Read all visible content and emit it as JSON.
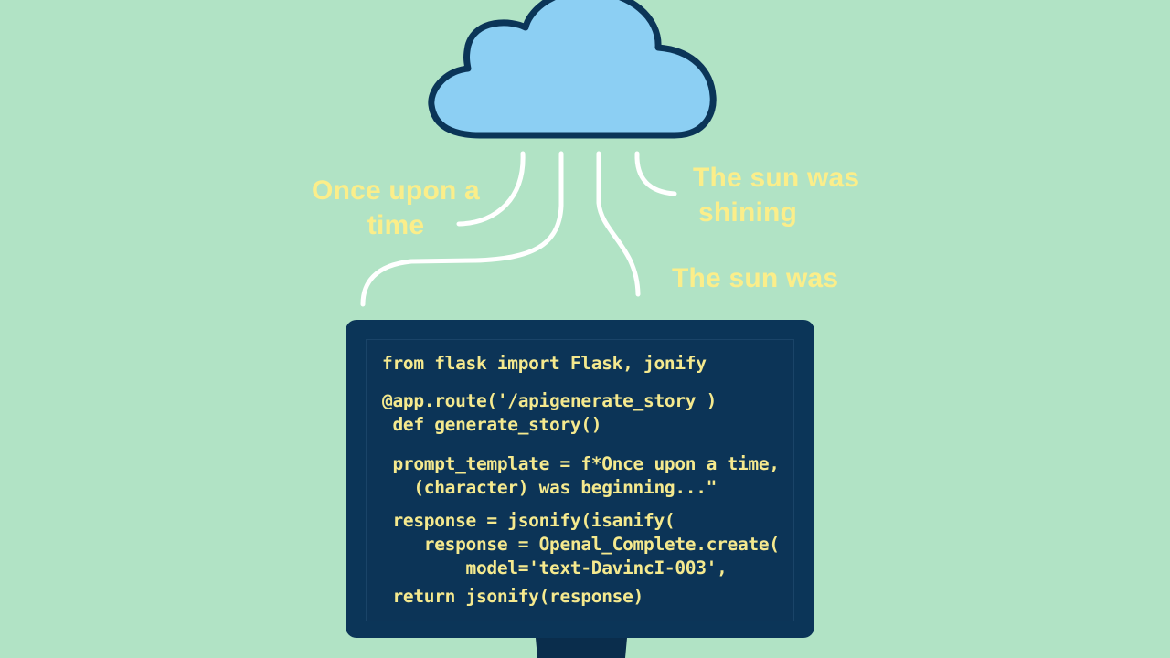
{
  "diagram": {
    "colors": {
      "background": "#b1e3c5",
      "cloud_fill": "#8ccff3",
      "cloud_outline": "#0b3558",
      "connector": "#ffffff",
      "label_text": "#fbee8a",
      "monitor": "#0b3558",
      "code_text": "#f5e98e"
    },
    "cloud": {
      "icon": "cloud-icon"
    },
    "labels": [
      {
        "lines": [
          "Once upon a",
          "time"
        ]
      },
      {
        "lines": [
          "The sun was",
          "shining"
        ]
      },
      {
        "lines": [
          "The sun was"
        ]
      }
    ],
    "monitor": {
      "icon": "monitor-icon",
      "code_lines": [
        "from flask import Flask, jonify",
        "@app.route('/apigenerate_story )",
        " def generate_story()",
        " prompt_template = f*Once upon a time,",
        "   (character) was beginning...\"",
        " response = jsonify(isanify(",
        "    response = Openal_Complete.create(",
        "        model='text-DavincI-003',",
        " return jsonify(response)"
      ]
    }
  }
}
